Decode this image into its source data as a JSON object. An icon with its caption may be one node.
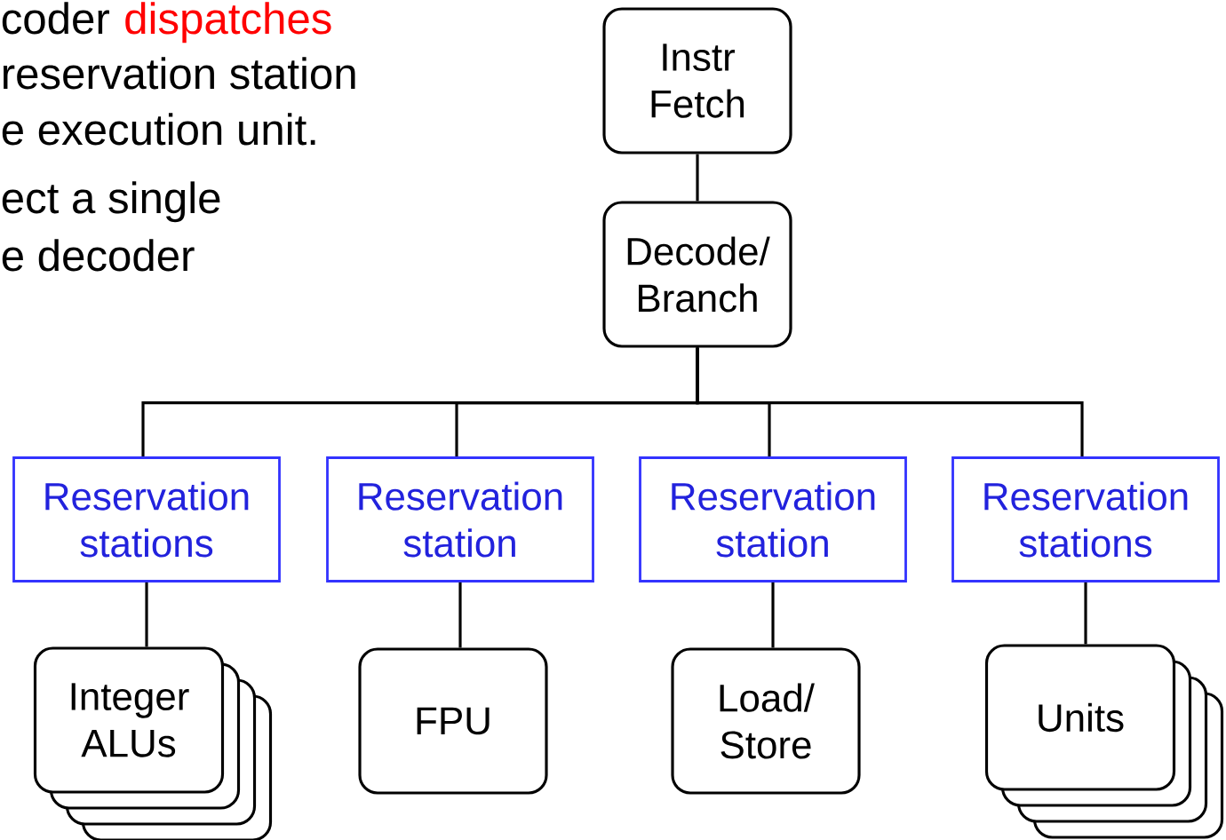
{
  "diagram": {
    "nodes": [
      {
        "text": [
          "Instr Fetch"
        ]
      },
      {
        "text": [
          "Decode/ Branch"
        ]
      },
      {
        "text": [
          "Reservation stations"
        ]
      },
      {
        "text": [
          "Reservation station"
        ]
      },
      {
        "text": [
          "Reservation station"
        ]
      },
      {
        "text": [
          "Reservation stations"
        ]
      },
      {
        "text": [
          "Integer ALUs"
        ]
      },
      {
        "text": [
          "FPU"
        ]
      },
      {
        "text": [
          "Load/ Store"
        ]
      },
      {
        "text": [
          "Units"
        ]
      }
    ],
    "edges": [
      {
        "from": 0,
        "to": 1,
        "arrow": "none"
      },
      {
        "from": 1,
        "to": 2,
        "arrow": "none"
      },
      {
        "from": 1,
        "to": 3,
        "arrow": "none"
      },
      {
        "from": 1,
        "to": 4,
        "arrow": "none"
      },
      {
        "from": 1,
        "to": 5,
        "arrow": "none"
      },
      {
        "from": 2,
        "to": 6,
        "arrow": "none"
      },
      {
        "from": 3,
        "to": 7,
        "arrow": "none"
      },
      {
        "from": 4,
        "to": 8,
        "arrow": "none"
      },
      {
        "from": 5,
        "to": 9,
        "arrow": "none"
      }
    ],
    "labels": [
      "coder",
      "dispatches",
      "reservation station",
      "e execution unit.",
      "ect a single",
      "e decoder"
    ]
  }
}
